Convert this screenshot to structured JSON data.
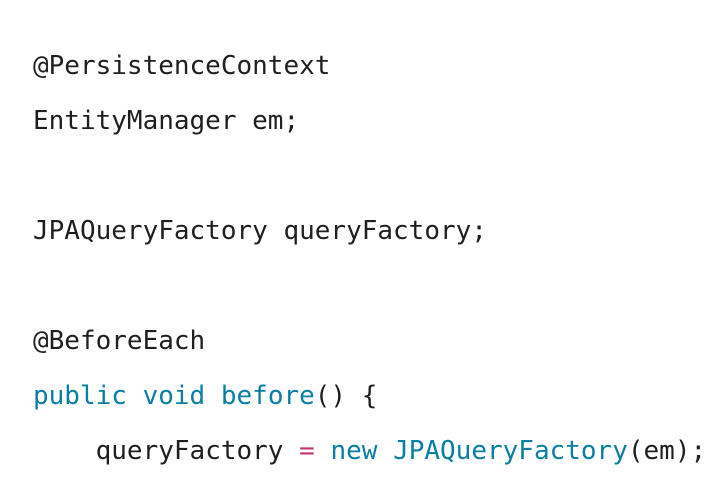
{
  "code": {
    "line1": {
      "annotation": "@PersistenceContext"
    },
    "line2": {
      "text": "EntityManager em;"
    },
    "line3": {
      "text": "JPAQueryFactory queryFactory;"
    },
    "line4": {
      "annotation": "@BeforeEach"
    },
    "line5": {
      "kw_public": "public",
      "kw_void": "void",
      "method": "before",
      "rest": "() {"
    },
    "line6": {
      "indent": "    ",
      "var": "queryFactory",
      "op": "=",
      "kw_new": "new",
      "class": "JPAQueryFactory",
      "args": "(em);"
    }
  },
  "colors": {
    "keyword": "#0b7ea3",
    "operator": "#c0346d",
    "text": "#1f1f1f",
    "background": "#ffffff"
  }
}
